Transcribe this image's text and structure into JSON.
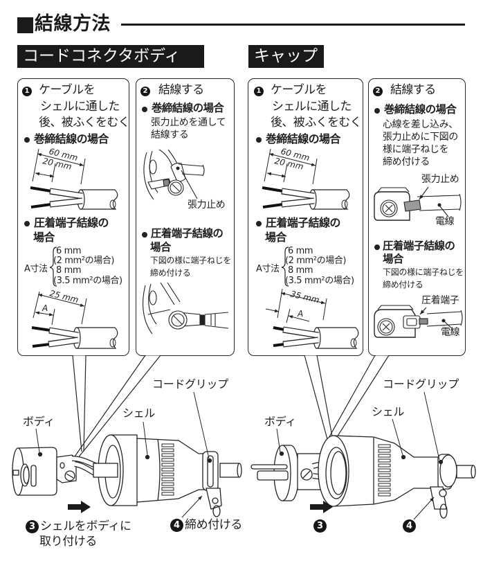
{
  "header": {
    "title": "結線方法"
  },
  "body": {
    "label": "コードコネクタボディ",
    "step1": {
      "number": "1",
      "lines": [
        "ケーブルを",
        "シェルに通した",
        "後、被ふくをむく"
      ],
      "wrap": {
        "heading": "巻締結線の場合",
        "dim_outer": "60 mm",
        "dim_inner": "20 mm"
      },
      "crimp": {
        "heading": [
          "圧着端子結線の",
          "場合"
        ],
        "a_label": "A寸法",
        "a_values": [
          "6 mm",
          "(2 mm²の場合)",
          "8 mm",
          "(3.5 mm²の場合)"
        ],
        "dim_outer": "25 mm",
        "dim_inner": "A"
      }
    },
    "step2": {
      "number": "2",
      "title": "結線する",
      "wrap": {
        "heading": "巻締結線の場合",
        "desc": [
          "張力止めを通して",
          "結線する"
        ],
        "callout": "張力止め"
      },
      "crimp": {
        "heading": [
          "圧着端子結線の",
          "場合"
        ],
        "desc": [
          "下図の様に端子ねじを",
          "締め付ける"
        ]
      }
    },
    "assembly": {
      "body_label": "ボディ",
      "shell_label": "シェル",
      "grip_label": "コードグリップ",
      "step3": {
        "number": "3",
        "lines": [
          "シェルをボディに",
          "取り付ける"
        ]
      },
      "step4": {
        "number": "4",
        "text": "締め付ける"
      }
    }
  },
  "cap": {
    "label": "キャップ",
    "step1": {
      "number": "1",
      "lines": [
        "ケーブルを",
        "シェルに通した",
        "後、被ふくをむく"
      ],
      "wrap": {
        "heading": "巻締結線の場合",
        "dim_outer": "60 mm",
        "dim_inner": "20 mm"
      },
      "crimp": {
        "heading": [
          "圧着端子結線の",
          "場合"
        ],
        "a_label": "A寸法",
        "a_values": [
          "6 mm",
          "(2 mm²の場合)",
          "8 mm",
          "(3.5 mm²の場合)"
        ],
        "dim_outer": "35 mm",
        "dim_inner": "A"
      }
    },
    "step2": {
      "number": "2",
      "title": "結線する",
      "wrap": {
        "heading": "巻締結線の場合",
        "desc": [
          "心線を差し込み、",
          "張力止めに下図の",
          "様に端子ねじを",
          "締め付ける"
        ],
        "callout": "張力止め",
        "wire_label": "電線"
      },
      "crimp": {
        "heading": [
          "圧着端子結線の",
          "場合"
        ],
        "desc": [
          "下図の様に端子ねじを",
          "締め付ける"
        ],
        "callout": "圧着端子",
        "wire_label": "電線"
      }
    },
    "assembly": {
      "body_label": "ボディ",
      "shell_label": "シェル",
      "grip_label": "コードグリップ",
      "step3": {
        "number": "3"
      },
      "step4": {
        "number": "4"
      }
    }
  }
}
